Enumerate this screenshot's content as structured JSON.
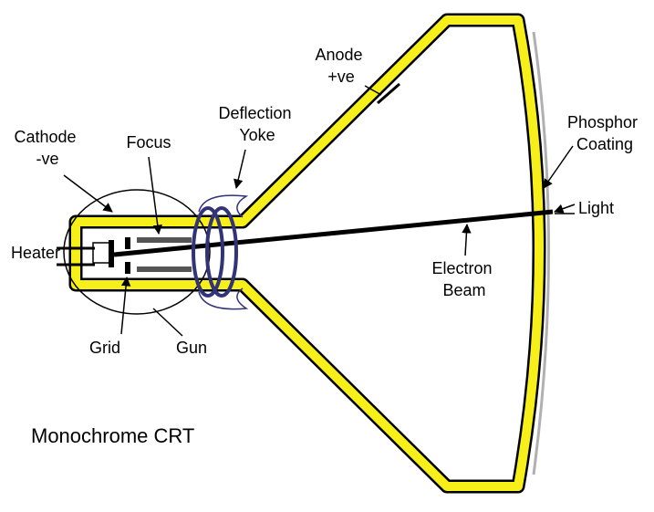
{
  "title": "Monochrome CRT",
  "labels": {
    "anode": [
      "Anode",
      "+ve"
    ],
    "deflection_yoke": [
      "Deflection",
      "Yoke"
    ],
    "cathode": [
      "Cathode",
      "-ve"
    ],
    "focus": "Focus",
    "heater": "Heater",
    "grid": "Grid",
    "gun": "Gun",
    "electron_beam": [
      "Electron",
      "Beam"
    ],
    "phosphor_coating": [
      "Phosphor",
      "Coating"
    ],
    "light": "Light"
  },
  "colors": {
    "tube_fill": "#f7ef1a",
    "outline": "#000000",
    "yoke": "#33337a",
    "phosphor": "#b0b0b0",
    "focus_plates": "#555555",
    "beam": "#000000"
  }
}
